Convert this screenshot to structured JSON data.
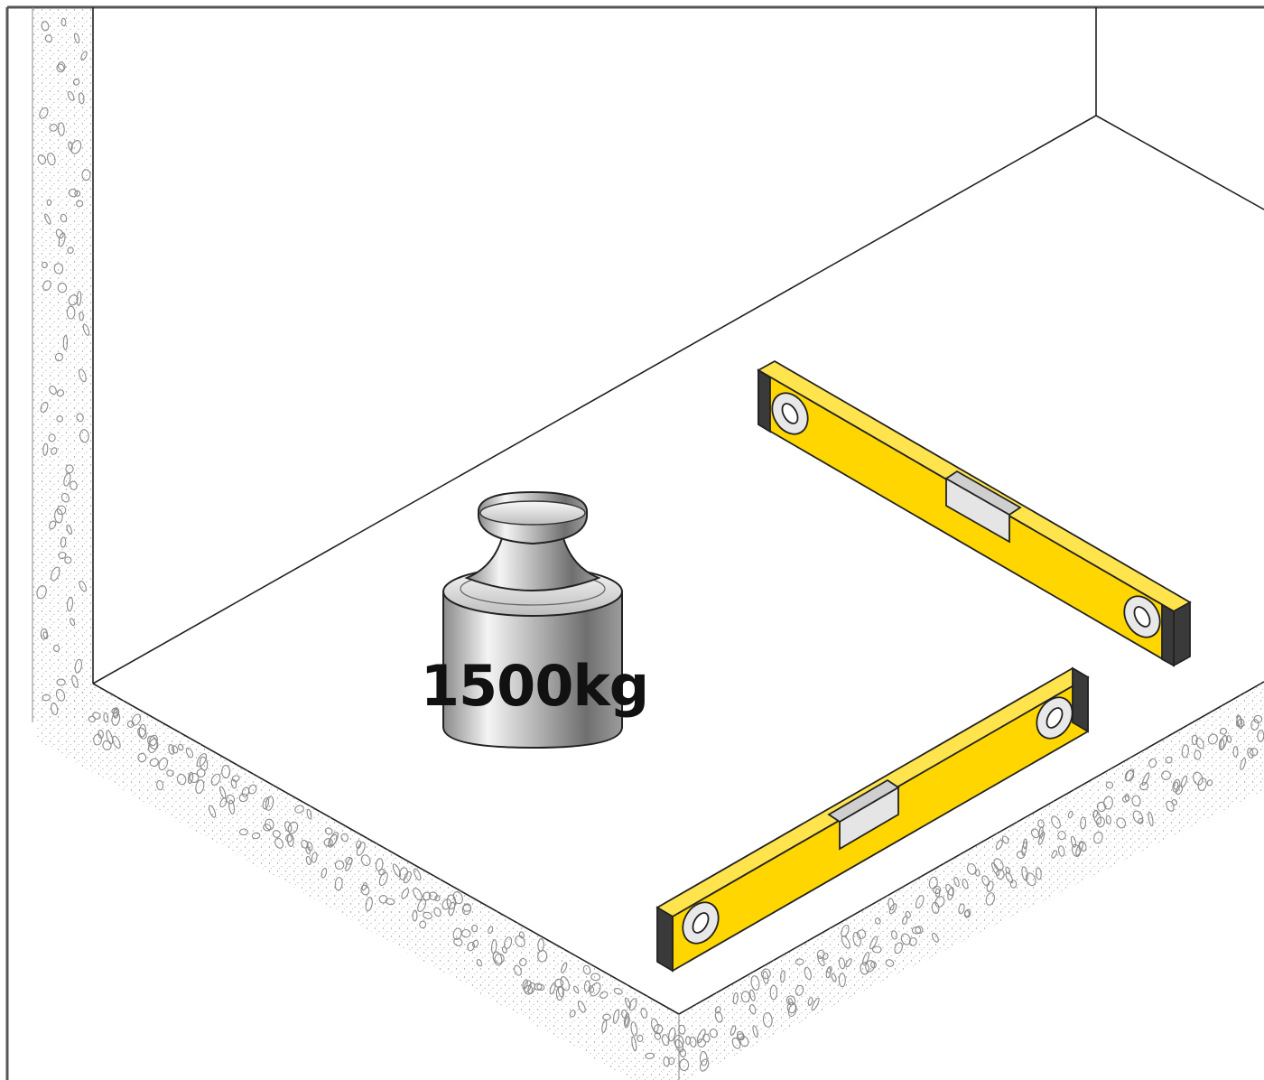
{
  "scene": {
    "weight": {
      "label": "1500kg"
    },
    "colors": {
      "background": "#ffffff",
      "outline": "#222222",
      "level_yellow": "#ffd600",
      "level_yellow_dark": "#e0b800",
      "level_end_cap": "#3a3a3a",
      "metal_light": "#f2f2f2",
      "metal_dark": "#7a7a7a",
      "concrete_dot": "#9a9a9a"
    },
    "items": [
      "weight",
      "spirit-level",
      "spirit-level"
    ]
  }
}
